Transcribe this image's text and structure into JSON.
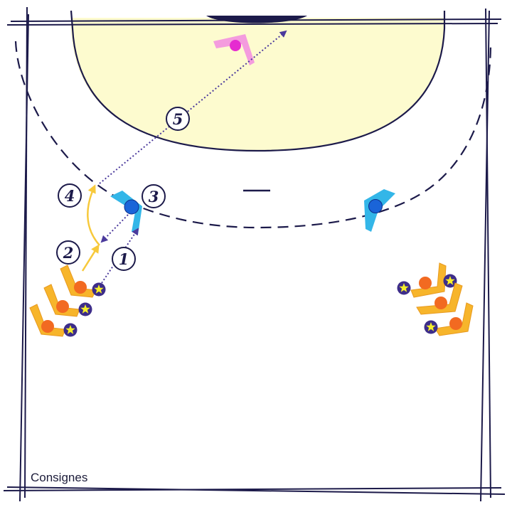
{
  "diagram": {
    "caption": "Consignes",
    "steps": [
      {
        "label": "1"
      },
      {
        "label": "2"
      },
      {
        "label": "3"
      },
      {
        "label": "4"
      },
      {
        "label": "5"
      }
    ],
    "colors": {
      "court_line": "#1c1a4a",
      "goal_area_fill": "#fdfbcf",
      "attacker_body": "#f7b52b",
      "attacker_head": "#f26a21",
      "ball_fill": "#f5ee2a",
      "ball_outline": "#3d2d8a",
      "defender_body": "#33b6e8",
      "defender_head": "#1a64d8",
      "goalkeeper_body": "#f49cde",
      "goalkeeper_head": "#e52bd0",
      "pass_arrow": "#4b3a9c",
      "run_arrow": "#f7c93b"
    },
    "legend_icons": [
      "attacker-icon",
      "ball-icon",
      "defender-icon",
      "goalkeeper-icon"
    ]
  }
}
